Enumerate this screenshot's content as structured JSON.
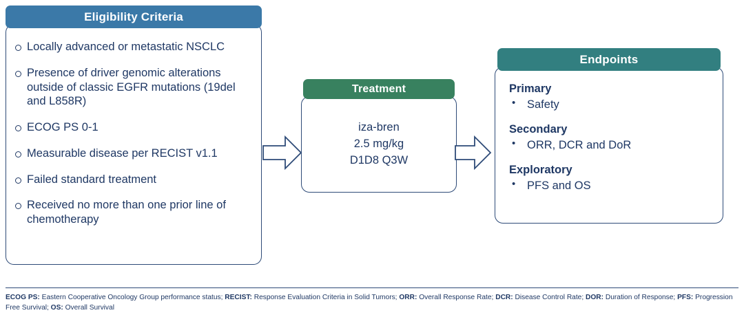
{
  "eligibility": {
    "title": "Eligibility Criteria",
    "header_color": "#3b79a8",
    "criteria": [
      "Locally advanced or metastatic NSCLC",
      "Presence of driver genomic alterations outside of classic EGFR mutations (19del and L858R)",
      "ECOG PS 0-1",
      "Measurable disease per RECIST v1.1",
      "Failed standard treatment",
      "Received no more than one prior line of chemotherapy"
    ]
  },
  "treatment": {
    "title": "Treatment",
    "header_color": "#38815f",
    "drug": "iza-bren",
    "dose": "2.5 mg/kg",
    "schedule": "D1D8 Q3W"
  },
  "endpoints": {
    "title": "Endpoints",
    "header_color": "#327f80",
    "groups": [
      {
        "label": "Primary",
        "items": [
          "Safety"
        ]
      },
      {
        "label": "Secondary",
        "items": [
          "ORR, DCR and DoR"
        ]
      },
      {
        "label": "Exploratory",
        "items": [
          "PFS and OS"
        ]
      }
    ]
  },
  "arrows": [
    {
      "name": "eligibility-to-treatment",
      "direction": "right"
    },
    {
      "name": "treatment-to-endpoints",
      "direction": "right"
    }
  ],
  "footnote": {
    "abbreviations": [
      {
        "term": "ECOG PS:",
        "definition": " Eastern Cooperative Oncology Group performance status; "
      },
      {
        "term": "RECIST:",
        "definition": " Response Evaluation Criteria in Solid Tumors; "
      },
      {
        "term": "ORR:",
        "definition": " Overall Response Rate; "
      },
      {
        "term": "DCR:",
        "definition": " Disease Control Rate; "
      },
      {
        "term": "DOR:",
        "definition": " Duration of Response; "
      },
      {
        "term": "PFS:",
        "definition": " Progression Free Survival; "
      },
      {
        "term": "OS:",
        "definition": " Overall Survival"
      }
    ]
  },
  "colors": {
    "text_navy": "#1f3864",
    "border_blue": "#2d4a77"
  }
}
